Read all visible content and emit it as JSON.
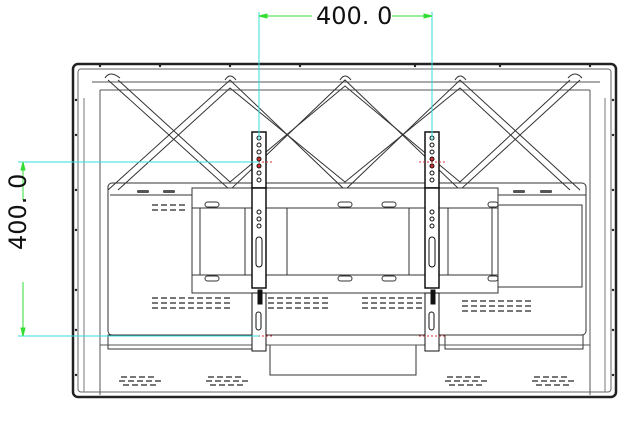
{
  "drawing": {
    "type": "technical-drawing",
    "subject": "TV rear view with VESA wall mount bracket",
    "dimensions": {
      "horizontal": "400. 0",
      "vertical": "400. 0"
    },
    "colors": {
      "outline": "#222222",
      "dimension_line": "#33dd33",
      "extension_line": "#33dddd",
      "hole_marker": "#dd2222",
      "background": "#ffffff"
    }
  }
}
